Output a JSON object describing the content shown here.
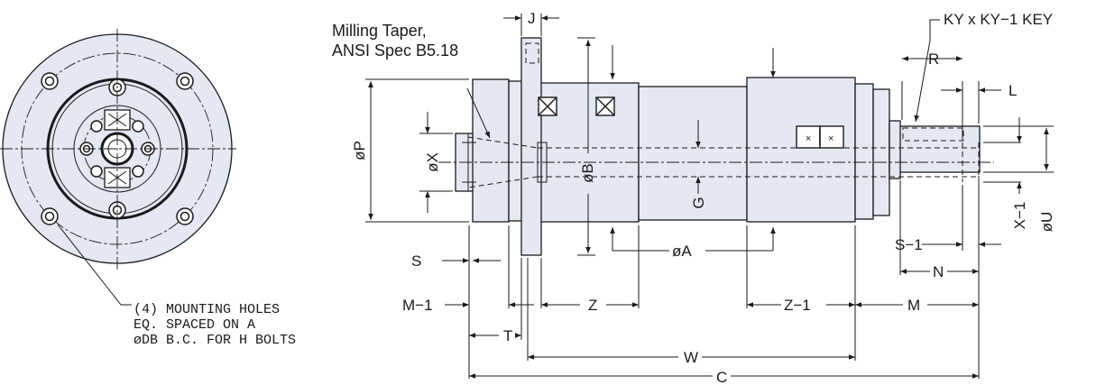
{
  "colors": {
    "body": "#e3e8f3",
    "line": "#1a1a1a",
    "background": "#ffffff"
  },
  "labels": {
    "milling_taper_line1": "Milling Taper,",
    "milling_taper_line2": "ANSI Spec B5.18",
    "key": "KY x KY−1 KEY",
    "J": "J",
    "R": "R",
    "L": "L",
    "P": "øP",
    "X": "øX",
    "B": "øB",
    "G": "G",
    "X1": "X−1",
    "U": "øU",
    "S": "S",
    "A": "øA",
    "S1": "S−1",
    "N": "N",
    "M1": "M−1",
    "Z": "Z",
    "Z1": "Z−1",
    "M": "M",
    "T": "T",
    "W": "W",
    "C": "C"
  },
  "mounting_note": {
    "line1": "(4) MOUNTING HOLES",
    "line2": "EQ. SPACED ON A",
    "line3": "øDB B.C. FOR H BOLTS"
  }
}
